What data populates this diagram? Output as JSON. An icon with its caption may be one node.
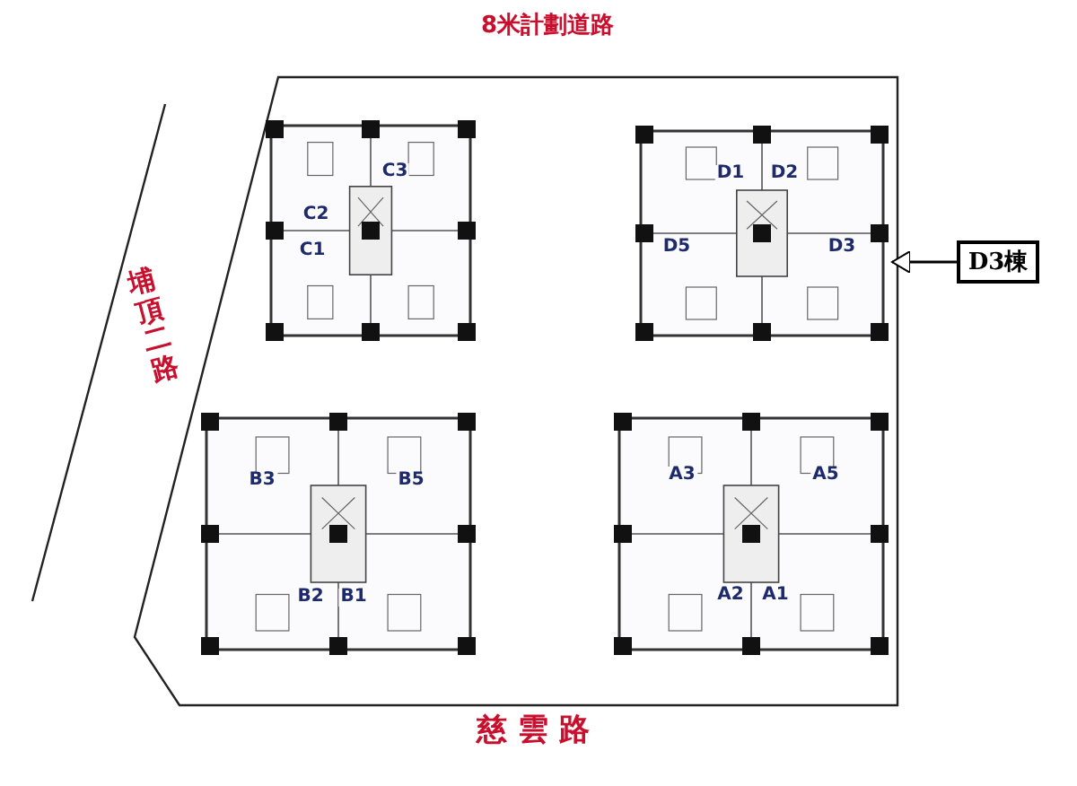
{
  "diagram": {
    "nodes": [
      {
        "text": [
          "C3",
          "C2",
          "C1"
        ]
      },
      {
        "text": [
          "D1",
          "D2",
          "D5",
          "D3"
        ]
      },
      {
        "text": [
          "B3",
          "B5",
          "B2",
          "B1"
        ]
      },
      {
        "text": [
          "A3",
          "A5",
          "A2",
          "A1"
        ]
      },
      {
        "text": [
          "D3棟"
        ]
      }
    ],
    "edges": [
      {
        "from": 4,
        "to": 1,
        "arrow": "to"
      }
    ],
    "labels": [
      "8米計劃道路",
      "埔頂二路",
      "慈雲路"
    ]
  }
}
